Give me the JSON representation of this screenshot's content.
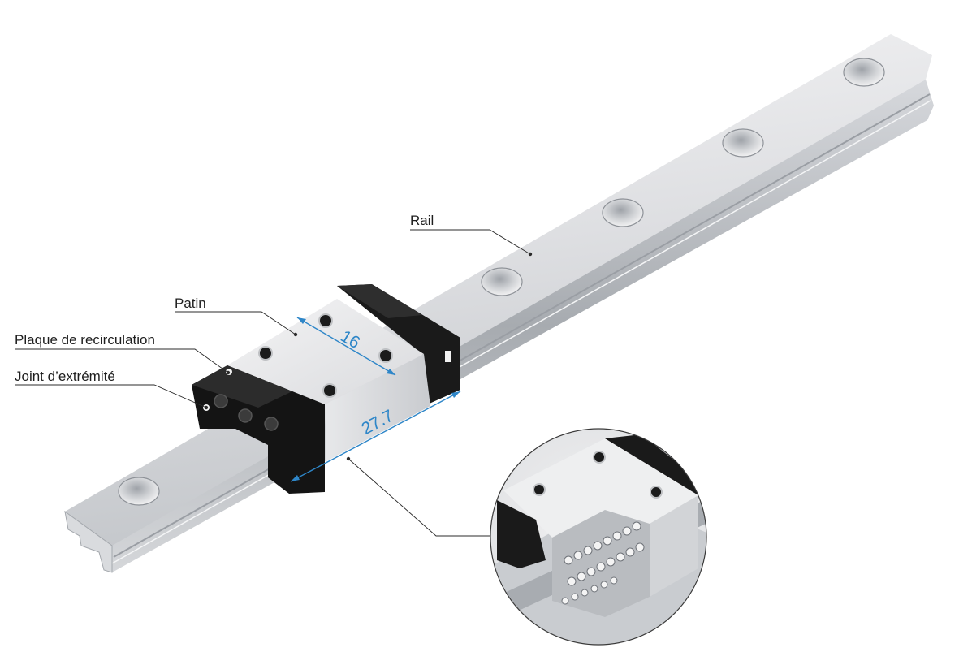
{
  "labels": {
    "rail": "Rail",
    "patin": "Patin",
    "plaque": "Plaque de recirculation",
    "joint": "Joint d’extrémité"
  },
  "dimensions": {
    "width": "16",
    "length": "27.7"
  },
  "colors": {
    "dimension": "#2e86c8",
    "steel_light": "#eeeff1",
    "steel_mid": "#c7cacf",
    "steel_dark": "#8e9298",
    "block_black": "#161616",
    "leader": "#2b2b2b"
  }
}
